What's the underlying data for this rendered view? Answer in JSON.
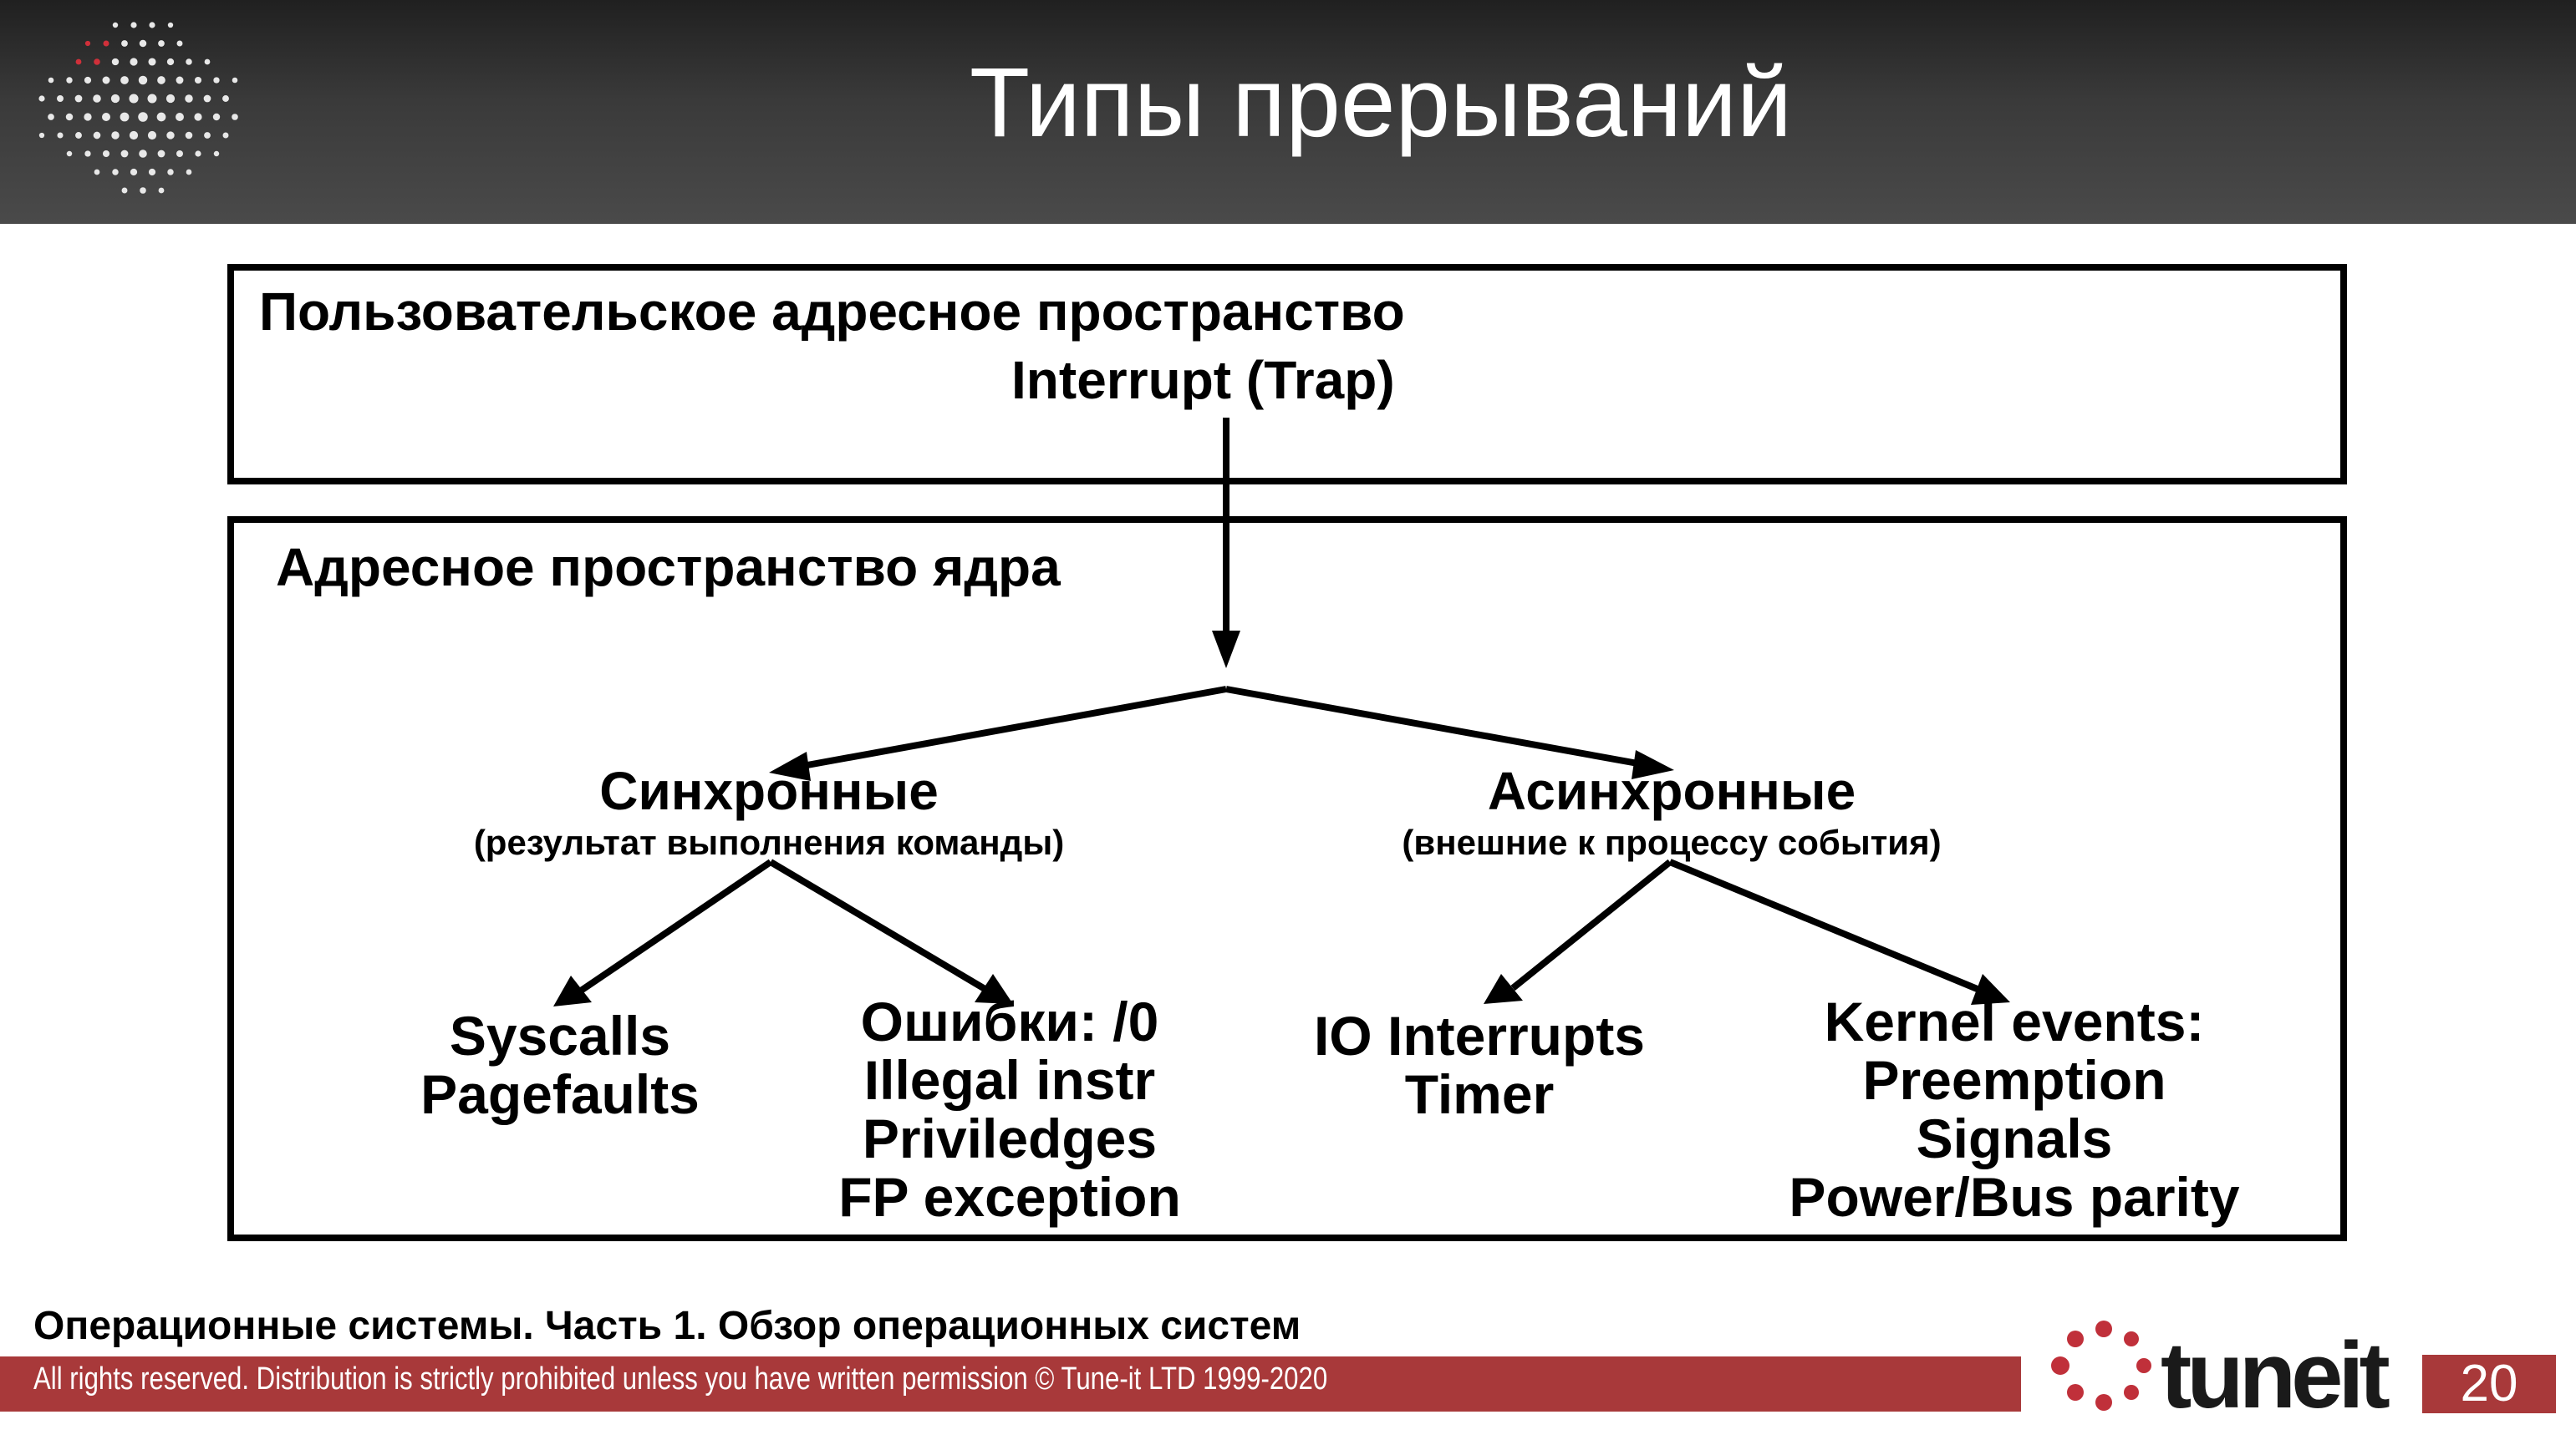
{
  "header": {
    "title": "Типы прерываний",
    "logo_icon": "tune-it-dot-logo-icon",
    "background_color": "#3a3a3a",
    "logo_accent_color": "#d0303a"
  },
  "diagram": {
    "user_space": {
      "label": "Пользовательское адресное пространство",
      "trap_label": "Interrupt (Trap)"
    },
    "kernel_space": {
      "label": "Адресное пространство ядра"
    },
    "synchronous": {
      "title": "Синхронные",
      "subtitle": "(результат выполнения команды)",
      "leaves": [
        {
          "lines": [
            "Syscalls",
            "Pagefaults"
          ]
        },
        {
          "lines": [
            "Ошибки: /0",
            "Illegal instr",
            "Priviledges",
            "FP exception"
          ]
        }
      ]
    },
    "asynchronous": {
      "title": "Асинхронные",
      "subtitle": "(внешние к процессу события)",
      "leaves": [
        {
          "lines": [
            "IO Interrupts",
            "Timer"
          ]
        },
        {
          "lines": [
            "Kernel events:",
            "Preemption",
            "Signals",
            "Power/Bus parity"
          ]
        }
      ]
    }
  },
  "footer": {
    "course": "Операционные системы. Часть 1. Обзор операционных систем",
    "rights": "All rights reserved. Distribution is strictly prohibited unless you have written permission © Tune-it LTD 1999-2020",
    "brand": "tuneit",
    "page_number": "20",
    "accent_color": "#a8393a"
  }
}
